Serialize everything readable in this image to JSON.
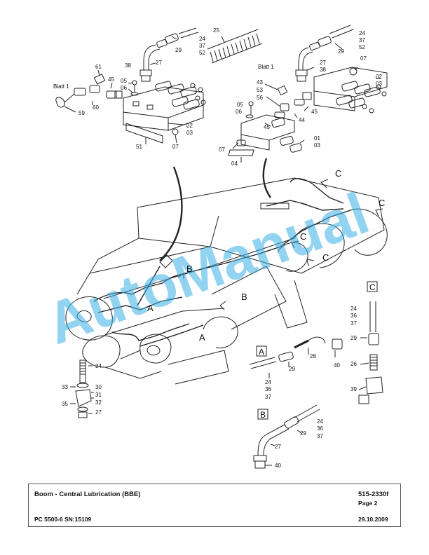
{
  "watermark": "AutoManual",
  "sheet_refs": {
    "left": "Blatt 1",
    "right": "Blatt 1"
  },
  "detail_boxes": {
    "A": "A",
    "B": "B",
    "C": "C"
  },
  "title_block": {
    "title": "Boom - Central Lubrication (BBE)",
    "number": "515-2330f",
    "page": "Page 2",
    "model": "PC 5500-6 SN:15109",
    "date": "29.10.2009"
  },
  "callouts": {
    "top_left": {
      "c24": "24",
      "c37": "37",
      "c52": "52",
      "c29": "29",
      "c27": "27",
      "c38": "38",
      "c61": "61",
      "c45": "45",
      "c05": "05",
      "c06": "06",
      "c60": "60",
      "c59": "59",
      "c02": "02",
      "c03": "03",
      "c51": "51",
      "c07": "07"
    },
    "top_center": {
      "c25": "25"
    },
    "top_right": {
      "c24": "24",
      "c37": "37",
      "c52": "52",
      "c29": "29",
      "c27": "27",
      "c38": "38",
      "c07a": "07",
      "c02": "02",
      "c03a": "03",
      "c43": "43",
      "c53": "53",
      "c56": "56",
      "c05": "05",
      "c06": "06",
      "c45a": "45",
      "c44": "44",
      "c45b": "45",
      "c01": "01",
      "c03b": "03",
      "c07b": "07",
      "c04": "04"
    },
    "main": {
      "A1": "A",
      "A2": "A",
      "B1": "B",
      "B2": "B",
      "C1": "C",
      "C2": "C",
      "C3": "C",
      "C4": "C"
    },
    "bolt_detail": {
      "c34": "34",
      "c33": "33",
      "c30": "30",
      "c31": "31",
      "c32": "32",
      "c35": "35",
      "c27": "27"
    },
    "detail_A": {
      "c28": "28",
      "c29": "29",
      "c40": "40",
      "c24": "24",
      "c36": "36",
      "c37": "37"
    },
    "detail_B": {
      "c24": "24",
      "c36": "36",
      "c37": "37",
      "c29": "29",
      "c27": "27",
      "c40": "40"
    },
    "detail_C": {
      "c24": "24",
      "c36": "36",
      "c37": "37",
      "c29": "29",
      "c26": "26",
      "c39": "39"
    }
  }
}
